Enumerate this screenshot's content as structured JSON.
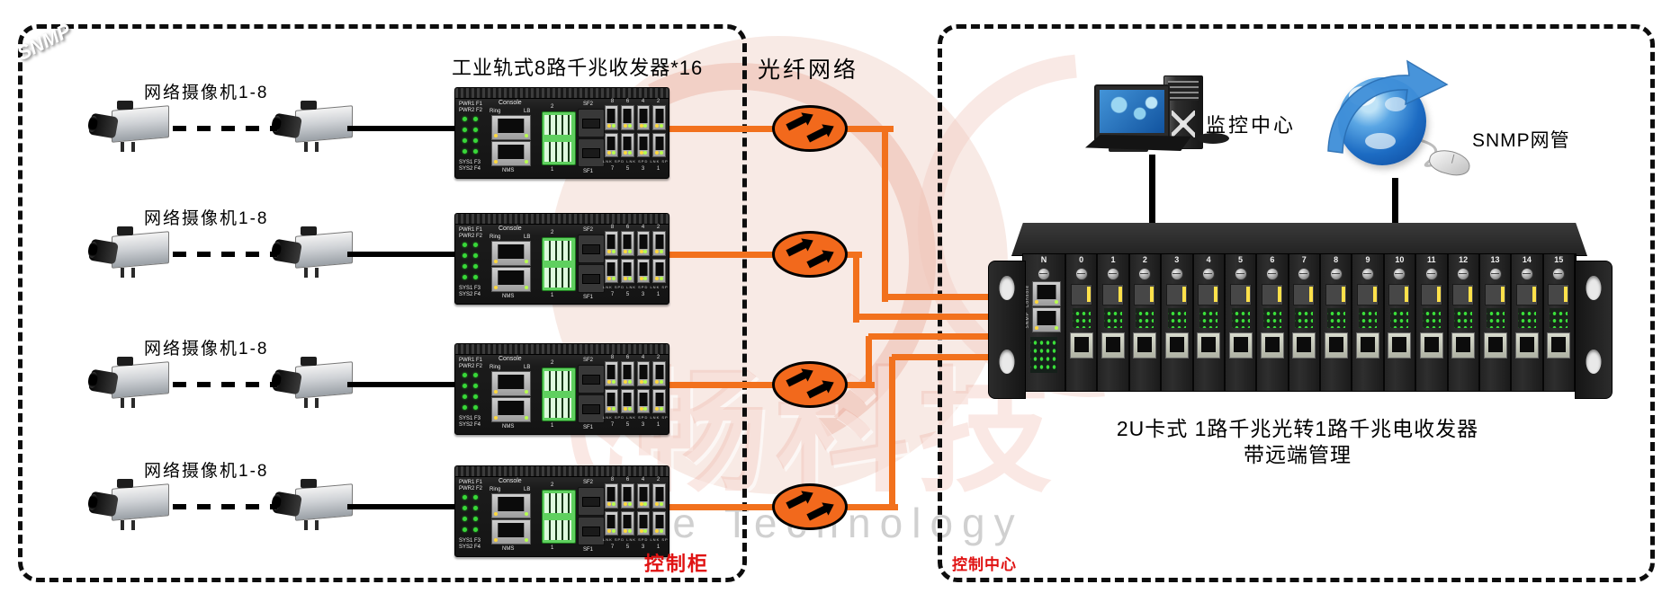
{
  "header": {
    "switch_group_title": "工业轨式8路千兆收发器*16",
    "fiber_network_label": "光纤网络"
  },
  "left_zone": {
    "camera_group_label": "网络摄像机1-8",
    "zone_label": "控制柜",
    "row_count": 4
  },
  "right_zone": {
    "zone_label": "控制中心",
    "monitor_label": "监控中心",
    "snmp_label": "SNMP网管",
    "snmp_globe_text": "SNMP",
    "chassis_caption_line1": "2U卡式 1路千兆光转1路千兆电收发器",
    "chassis_caption_line2": "带远端管理"
  },
  "switch_device": {
    "console_label": "Console",
    "ring_label": "Ring",
    "lb_label": "LB",
    "nms_label": "NMS",
    "sfp_labels": [
      "SF2",
      "SF1"
    ],
    "terminal_labels": [
      "2",
      "1"
    ],
    "status_labels_top": [
      "PWR1 F1",
      "PWR2 F2"
    ],
    "status_labels_bottom": [
      "SYS1 F3",
      "SYS2 F4"
    ],
    "port_led_labels": [
      "LNK",
      "SPD"
    ],
    "port_numbers_top": [
      "8",
      "6",
      "4",
      "2"
    ],
    "port_numbers_bottom": [
      "7",
      "5",
      "3",
      "1"
    ]
  },
  "chassis": {
    "slot_labels": [
      "N",
      "0",
      "1",
      "2",
      "3",
      "4",
      "5",
      "6",
      "7",
      "8",
      "9",
      "10",
      "11",
      "12",
      "13",
      "14",
      "15"
    ],
    "mgmt_port_labels": [
      "Console",
      "SNMP"
    ]
  },
  "watermark": {
    "cn": "飞畅科技",
    "en": "Future Technology"
  },
  "colors": {
    "fiber_line": "#f2711d",
    "node_fill": "#f2691c",
    "label_red": "#e01212"
  }
}
